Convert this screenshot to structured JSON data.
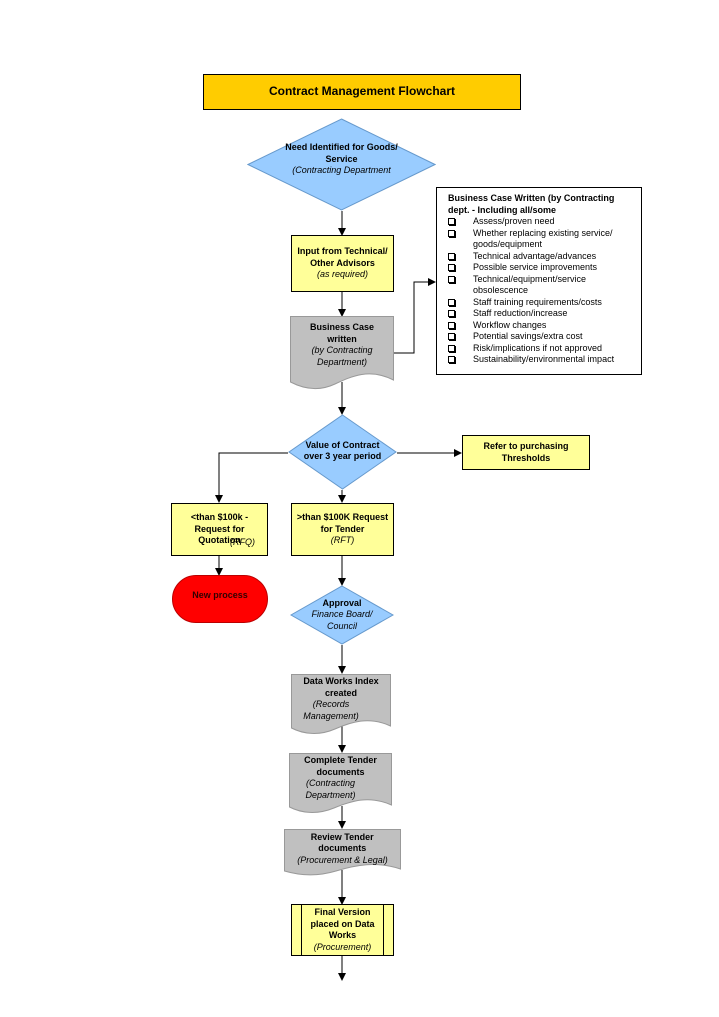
{
  "title": "Contract Management Flowchart",
  "colors": {
    "title_fill": "#ffcc00",
    "process_fill": "#ffff99",
    "decision_fill": "#99ccff",
    "document_fill": "#c0c0c0",
    "terminator_fill": "#ff0000"
  },
  "nodes": {
    "need": {
      "bold": "Need Identified for Goods/ Service",
      "italic": "(Contracting Department"
    },
    "input": {
      "bold": "Input from Technical/ Other Advisors",
      "italic": "(as required)"
    },
    "business_case": {
      "bold": "Business Case written",
      "italic": "(by Contracting Department)"
    },
    "value": {
      "bold": "Value of Contract over 3 year period"
    },
    "refer": {
      "bold": "Refer to purchasing Thresholds"
    },
    "rfq": {
      "bold": "<than $100k - Request for Quotation",
      "italic": "(RFQ)"
    },
    "rft": {
      "bold": ">than $100K Request for Tender",
      "italic": "(RFT)"
    },
    "new_process": {
      "bold": "New process"
    },
    "approval": {
      "bold": "Approval",
      "italic": "Finance Board/ Council"
    },
    "data_works_index": {
      "bold": "Data Works Index created",
      "italic": "(Records Management)"
    },
    "complete_tender": {
      "bold": "Complete Tender documents",
      "italic": "(Contracting Department)"
    },
    "review_tender": {
      "bold": "Review Tender documents",
      "italic": "(Procurement & Legal)"
    },
    "final_version": {
      "bold": "Final Version placed on Data Works",
      "italic": "(Procurement)"
    }
  },
  "business_case_box": {
    "header": "Business Case Written (by Contracting dept. - Including all/some",
    "items": [
      "Assess/proven need",
      "Whether replacing existing service/ goods/equipment",
      "Technical advantage/advances",
      "Possible service improvements",
      "Technical/equipment/service obsolescence",
      "Staff training requirements/costs",
      "Staff reduction/increase",
      "Workflow changes",
      "Potential savings/extra cost",
      "Risk/implications if not approved",
      "Sustainability/environmental impact"
    ]
  }
}
